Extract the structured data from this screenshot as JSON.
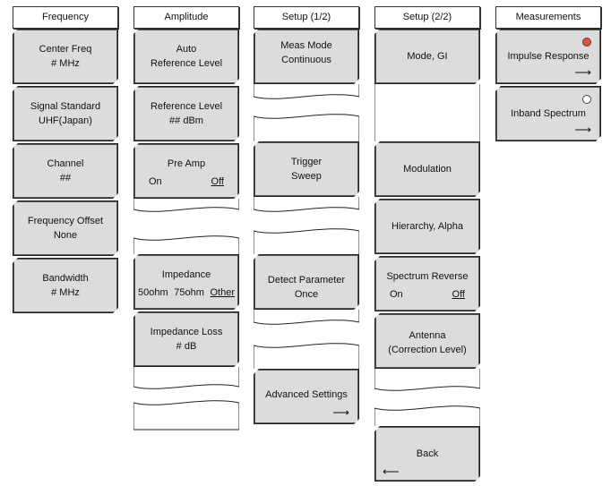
{
  "columns": [
    {
      "id": "frequency",
      "header": "Frequency",
      "keys": [
        {
          "line1": "Center Freq",
          "line2": "# MHz"
        },
        {
          "line1": "Signal Standard",
          "line2": "UHF(Japan)"
        },
        {
          "line1": "Channel",
          "line2": "##"
        },
        {
          "line1": "Frequency Offset",
          "line2": "None"
        },
        {
          "line1": "Bandwidth",
          "line2": "# MHz"
        }
      ]
    },
    {
      "id": "amplitude",
      "header": "Amplitude",
      "keys": [
        {
          "line1": "Auto",
          "line2": "Reference Level"
        },
        {
          "line1": "Reference Level",
          "line2": "## dBm"
        },
        {
          "line1": "Pre Amp",
          "opt_on": "On",
          "opt_off": "Off",
          "selected": "Off"
        },
        {
          "line1": "Impedance",
          "opt_a": "50ohm",
          "opt_b": "75ohm",
          "opt_c": "Other",
          "selected": "Other"
        },
        {
          "line1": "Impedance Loss",
          "line2": "# dB"
        }
      ]
    },
    {
      "id": "setup1",
      "header": "Setup (1/2)",
      "keys": [
        {
          "line1": "Meas Mode",
          "line2": "Continuous"
        },
        {
          "line1": "Trigger",
          "line2": "Sweep"
        },
        {
          "line1": "Detect Parameter",
          "line2": "Once"
        },
        {
          "line1": "Advanced Settings",
          "arrow": "⟶"
        }
      ]
    },
    {
      "id": "setup2",
      "header": "Setup (2/2)",
      "keys": [
        {
          "line1": "Mode, GI"
        },
        {
          "line1": "Modulation"
        },
        {
          "line1": "Hierarchy, Alpha"
        },
        {
          "line1": "Spectrum Reverse",
          "opt_on": "On",
          "opt_off": "Off",
          "selected": "Off"
        },
        {
          "line1": "Antenna",
          "line2": "(Correction Level)"
        },
        {
          "line1": "Back",
          "arrow": "⟵"
        }
      ]
    },
    {
      "id": "measurements",
      "header": "Measurements",
      "keys": [
        {
          "line1": "Impulse Response",
          "arrow": "⟶",
          "indicator": "active"
        },
        {
          "line1": "Inband Spectrum",
          "arrow": "⟶",
          "indicator": "inactive"
        }
      ]
    }
  ],
  "colors": {
    "key_bg": "#dcdcdc",
    "indicator_active": "#e8503a",
    "border": "#222222"
  }
}
